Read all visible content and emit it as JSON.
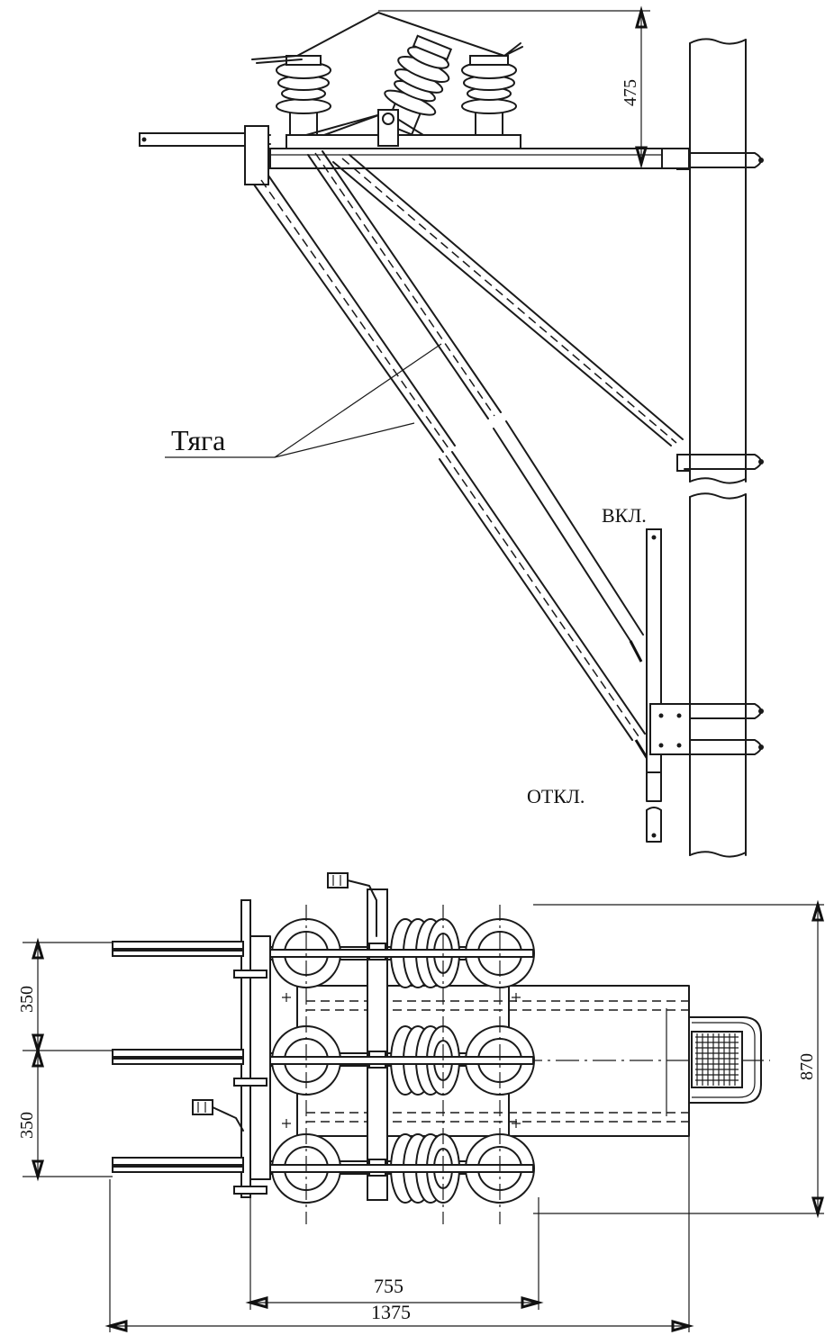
{
  "labels": {
    "rod": "Тяга",
    "on": "ВКЛ.",
    "off": "ОТКЛ."
  },
  "dimensions": {
    "height_top": "475",
    "pitch_upper": "350",
    "pitch_lower": "350",
    "depth": "870",
    "inner_width": "755",
    "overall_width": "1375"
  }
}
